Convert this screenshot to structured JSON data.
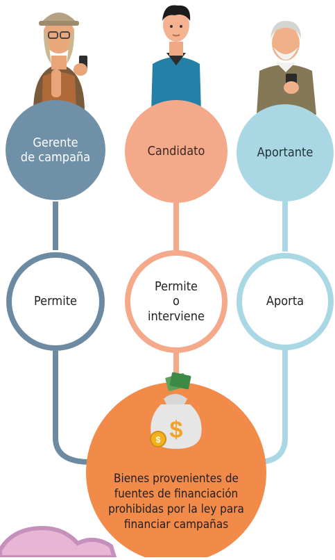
{
  "roles": [
    {
      "label": "Gerente\nde campaña",
      "color": "#7090a7",
      "text_color": "#ffffff"
    },
    {
      "label": "Candidato",
      "color": "#f4a98b",
      "text_color": "#3a2a22"
    },
    {
      "label": "Aportante",
      "color": "#a9d8e4",
      "text_color": "#24323a"
    }
  ],
  "actions": [
    {
      "label": "Permite",
      "color": "#6c8ba3"
    },
    {
      "label": "Permite\no\ninterviene",
      "color": "#f4a98b"
    },
    {
      "label": "Aporta",
      "color": "#a9d8e4"
    }
  ],
  "outcome": {
    "label": "Bienes provenientes de fuentes de financiación prohibidas por la ley para financiar campañas",
    "color": "#f28a4a"
  },
  "icons": {
    "person_1": "manager-with-phone-icon",
    "person_2": "candidate-icon",
    "person_3": "elderly-donor-with-phone-icon",
    "money": "money-bag-icon"
  }
}
